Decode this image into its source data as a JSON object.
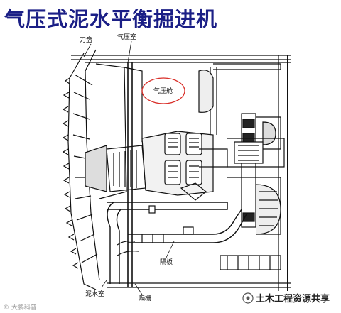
{
  "title": "气压式泥水平衡掘进机",
  "labels": {
    "cutter_disc": "刀盘",
    "air_chamber": "气压室",
    "air_cabin": "气压舱",
    "bulkhead": "隔板",
    "mud_chamber": "泥水室",
    "grille": "隔栅"
  },
  "watermark_left": "© 大鹏科普",
  "watermark_right": "土木工程资源共享",
  "colors": {
    "title": "#1b1f86",
    "ellipse": "#d9302a",
    "ink": "#111111"
  }
}
